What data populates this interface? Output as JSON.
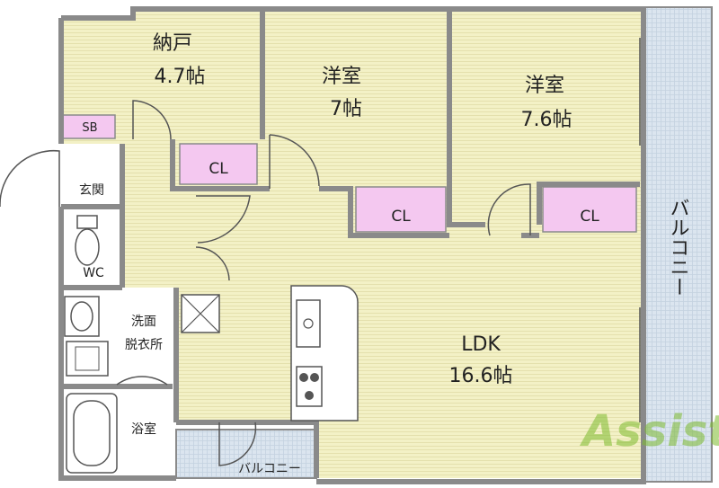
{
  "rooms": {
    "storage": {
      "name": "納戸",
      "size": "4.7帖"
    },
    "western1": {
      "name": "洋室",
      "size": "7帖"
    },
    "western2": {
      "name": "洋室",
      "size": "7.6帖"
    },
    "ldk": {
      "name": "LDK",
      "size": "16.6帖"
    }
  },
  "labels": {
    "shoe_box": "SB",
    "entrance": "玄関",
    "toilet": "WC",
    "closet": "CL",
    "washroom_line1": "洗面",
    "washroom_line2": "脱衣所",
    "bathroom": "浴室",
    "balcony_main": "バルコニー",
    "balcony_small": "バルコニー"
  },
  "logo": {
    "text": "Assist"
  },
  "colors": {
    "floor": "#f3f1c6",
    "wall": "#8a8a8a",
    "closet": "#f4c8f0",
    "wet_area": "#ffffff",
    "balcony": "#dbe5ef",
    "logo": "#7dbb2e"
  }
}
